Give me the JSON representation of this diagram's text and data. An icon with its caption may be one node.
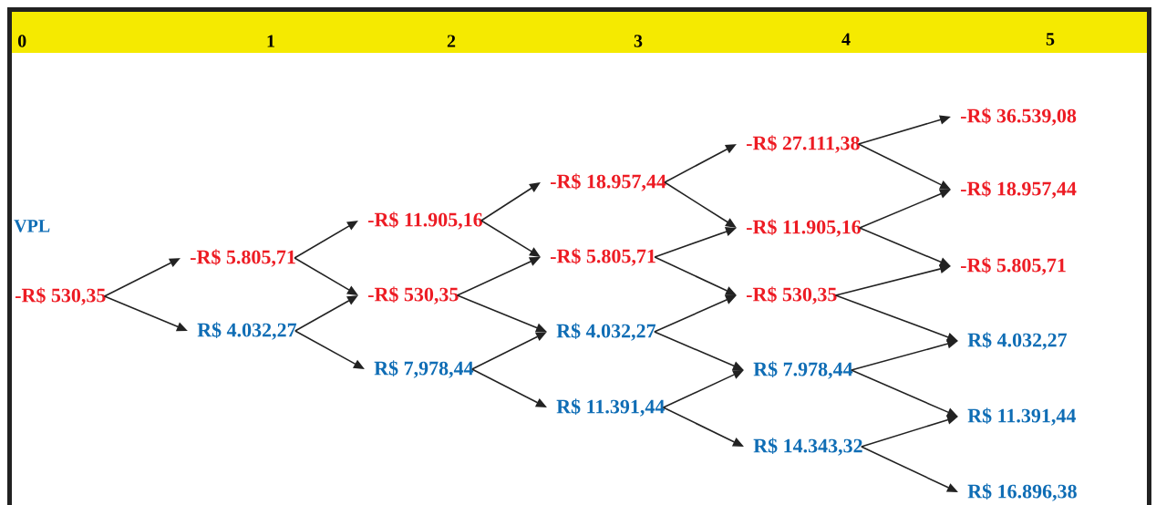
{
  "diagram": {
    "nodes": [
      {
        "text": [
          "-R$ 530,35"
        ]
      },
      {
        "text": [
          "-R$ 5.805,71"
        ]
      },
      {
        "text": [
          "R$ 4.032,27"
        ]
      },
      {
        "text": [
          "-R$ 11.905,16"
        ]
      },
      {
        "text": [
          "-R$ 530,35"
        ]
      },
      {
        "text": [
          "R$ 7,978,44"
        ]
      },
      {
        "text": [
          "-R$ 18.957,44"
        ]
      },
      {
        "text": [
          "-R$ 5.805,71"
        ]
      },
      {
        "text": [
          "R$ 4.032,27"
        ]
      },
      {
        "text": [
          "R$ 11.391,44"
        ]
      },
      {
        "text": [
          "-R$ 27.111,38"
        ]
      },
      {
        "text": [
          "-R$ 11.905,16"
        ]
      },
      {
        "text": [
          "-R$ 530,35"
        ]
      },
      {
        "text": [
          "R$ 7.978,44"
        ]
      },
      {
        "text": [
          "R$ 14.343,32"
        ]
      },
      {
        "text": [
          "-R$ 36.539,08"
        ]
      },
      {
        "text": [
          "-R$ 18.957,44"
        ]
      },
      {
        "text": [
          "-R$ 5.805,71"
        ]
      },
      {
        "text": [
          "R$ 4.032,27"
        ]
      },
      {
        "text": [
          "R$ 11.391,44"
        ]
      },
      {
        "text": [
          "R$ 16.896,38"
        ]
      }
    ],
    "edges": [
      {
        "from": 0,
        "to": 1,
        "arrow": "to"
      },
      {
        "from": 0,
        "to": 2,
        "arrow": "to"
      },
      {
        "from": 1,
        "to": 3,
        "arrow": "to"
      },
      {
        "from": 1,
        "to": 4,
        "arrow": "to"
      },
      {
        "from": 2,
        "to": 4,
        "arrow": "to"
      },
      {
        "from": 2,
        "to": 5,
        "arrow": "to"
      },
      {
        "from": 3,
        "to": 6,
        "arrow": "to"
      },
      {
        "from": 3,
        "to": 7,
        "arrow": "to"
      },
      {
        "from": 4,
        "to": 7,
        "arrow": "to"
      },
      {
        "from": 4,
        "to": 8,
        "arrow": "to"
      },
      {
        "from": 5,
        "to": 8,
        "arrow": "to"
      },
      {
        "from": 5,
        "to": 9,
        "arrow": "to"
      },
      {
        "from": 6,
        "to": 10,
        "arrow": "to"
      },
      {
        "from": 6,
        "to": 11,
        "arrow": "to"
      },
      {
        "from": 7,
        "to": 11,
        "arrow": "to"
      },
      {
        "from": 7,
        "to": 12,
        "arrow": "to"
      },
      {
        "from": 8,
        "to": 12,
        "arrow": "to"
      },
      {
        "from": 8,
        "to": 13,
        "arrow": "to"
      },
      {
        "from": 9,
        "to": 13,
        "arrow": "to"
      },
      {
        "from": 9,
        "to": 14,
        "arrow": "to"
      },
      {
        "from": 10,
        "to": 15,
        "arrow": "to"
      },
      {
        "from": 10,
        "to": 16,
        "arrow": "to"
      },
      {
        "from": 11,
        "to": 16,
        "arrow": "to"
      },
      {
        "from": 11,
        "to": 17,
        "arrow": "to"
      },
      {
        "from": 12,
        "to": 17,
        "arrow": "to"
      },
      {
        "from": 12,
        "to": 18,
        "arrow": "to"
      },
      {
        "from": 13,
        "to": 18,
        "arrow": "to"
      },
      {
        "from": 13,
        "to": 19,
        "arrow": "to"
      },
      {
        "from": 14,
        "to": 19,
        "arrow": "to"
      },
      {
        "from": 14,
        "to": 20,
        "arrow": "to"
      }
    ],
    "labels": [
      "0",
      "1",
      "2",
      "3",
      "4",
      "5",
      "VPL"
    ]
  }
}
